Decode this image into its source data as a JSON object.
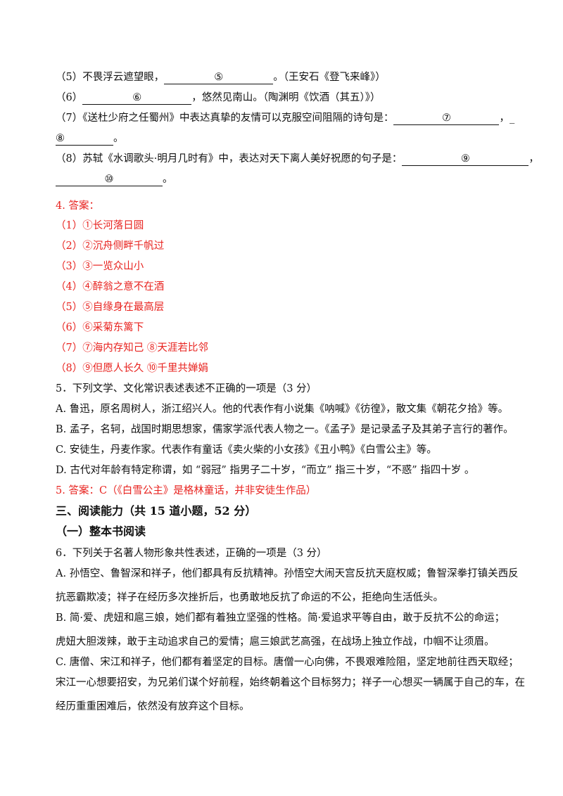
{
  "q5_prev_fill": {
    "l5_prefix": "（5）不畏浮云遮望眼，",
    "l5_blank": "⑤",
    "l5_suffix": "。（王安石《登飞来峰》）",
    "l6_prefix": "（6）",
    "l6_blank": "⑥",
    "l6_suffix": "，悠然见南山。（陶渊明《饮酒（其五）》）",
    "l7_text": "（7）《送杜少府之任蜀州》中表达真挚的友情可以克服空间阻隔的诗句是：",
    "l7_blank": "⑦",
    "l7_sep": "，",
    "l7_dash": "_",
    "l7b_blank": "⑧",
    "l7b_suffix": "。",
    "l8_text": "（8）苏轼《水调歌头·明月几时有》中，表达对天下离人美好祝愿的句子是：",
    "l8_blank": "⑨",
    "l8_sep": "，",
    "l8b_blank": "⑩",
    "l8b_suffix": "。"
  },
  "answer4": {
    "title": "4. 答案：",
    "items": [
      "（1）①长河落日圆",
      "（2）②沉舟侧畔千帆过",
      "（3）③一览众山小",
      "（4）④醉翁之意不在酒",
      "（5）⑤自缘身在最高层",
      "（6）⑥采菊东篱下",
      "（7）⑦海内存知己 ⑧天涯若比邻",
      "（8）⑨但愿人长久 ⑩千里共婵娟"
    ]
  },
  "q5": {
    "stem": "5．下列文学、文化常识表述表述不正确的一项是（3 分）",
    "a": "A. 鲁迅，原名周树人，浙江绍兴人。他的代表作有小说集《呐喊》《彷徨》，散文集《朝花夕拾》等。",
    "b": "B. 孟子，名轲，战国时期思想家，儒家学派代表人物之一。《孟子》是记录孟子及其弟子言行的著作。",
    "c": "C. 安徒生，丹麦作家。代表作有童话《卖火柴的小女孩》《丑小鸭》《白雪公主》等。",
    "d": "D. 古代对年龄有特定称谓，如 “弱冠” 指男子二十岁，“而立” 指三十岁，“不惑” 指四十岁 。",
    "answer": "5. 答案：C（《白雪公主》是格林童话，并非安徒生作品）"
  },
  "section3": {
    "title": "三、阅读能力（共 15 道小题，52 分）",
    "sub": "（一）整本书阅读"
  },
  "q6": {
    "stem": "6．下列关于名著人物形象共性表述，正确的一项是（3 分）",
    "a1": "A. 孙悟空、鲁智深和祥子，他们都具有反抗精神。孙悟空大闹天宫反抗天庭权威；鲁智深拳打镇关西反",
    "a2": "抗恶霸欺凌；祥子在经历多次挫折后，也勇敢地反抗了命运的不公，拒绝向生活低头。",
    "b1": "B. 简·爱、虎妞和扈三娘，她们都有着独立坚强的性格。简·爱追求平等自由，敢于反抗不公的命运；",
    "b2": "虎妞大胆泼辣，敢于主动追求自己的爱情；扈三娘武艺高强，在战场上独立作战，巾帼不让须眉。",
    "c1": "C. 唐僧、宋江和祥子，他们都有着坚定的目标。唐僧一心向佛，不畏艰难险阻，坚定地前往西天取经；",
    "c2": "宋江一心想要招安，为兄弟们谋个好前程，始终朝着这个目标努力；祥子一心想买一辆属于自己的车，在",
    "c3": "经历重重困难后，依然没有放弃这个目标。"
  }
}
